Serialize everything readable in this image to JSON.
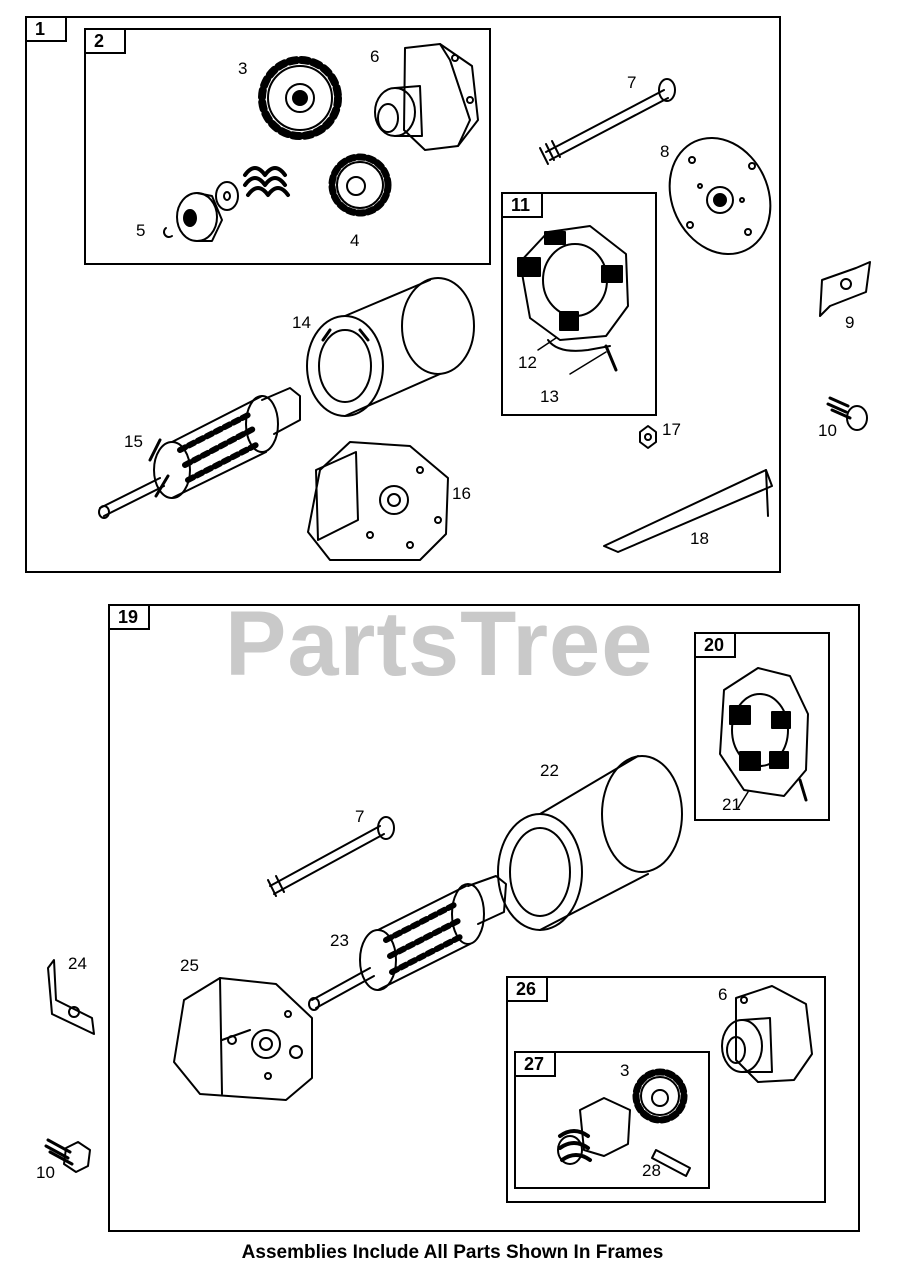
{
  "watermark": "PartsTree",
  "caption": "Assemblies Include All Parts Shown In Frames",
  "frames": {
    "f1": "1",
    "f2": "2",
    "f11": "11",
    "f19": "19",
    "f20": "20",
    "f26": "26",
    "f27": "27"
  },
  "labels": {
    "p3a": "3",
    "p6a": "6",
    "p7a": "7",
    "p8": "8",
    "p5": "5",
    "p4": "4",
    "p9": "9",
    "p10a": "10",
    "p14": "14",
    "p12": "12",
    "p13": "13",
    "p17": "17",
    "p15": "15",
    "p16": "16",
    "p18": "18",
    "p22": "22",
    "p7b": "7",
    "p21": "21",
    "p23": "23",
    "p24": "24",
    "p25": "25",
    "p6b": "6",
    "p3b": "3",
    "p28": "28",
    "p10b": "10"
  }
}
